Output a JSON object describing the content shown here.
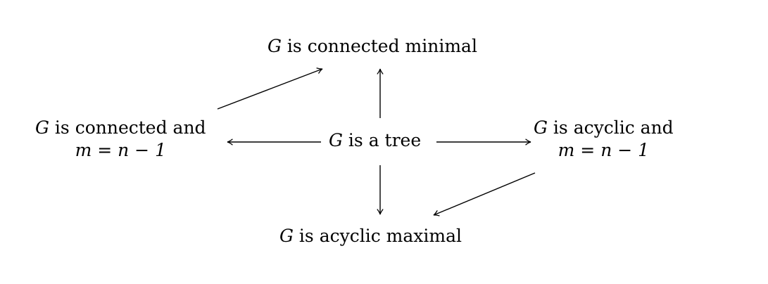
{
  "nodes": {
    "connected_minimal": {
      "var": "G",
      "text": " is connected minimal"
    },
    "tree": {
      "var": "G",
      "text": " is a tree"
    },
    "connected_and": {
      "var": "G",
      "text": " is connected and",
      "line2": "m = n − 1"
    },
    "acyclic_and": {
      "var": "G",
      "text": " is acyclic and",
      "line2": "m = n − 1"
    },
    "acyclic_maximal": {
      "var": "G",
      "text": " is acyclic maximal"
    }
  },
  "edges": [
    {
      "from": "tree",
      "to": "connected_minimal"
    },
    {
      "from": "tree",
      "to": "connected_and"
    },
    {
      "from": "tree",
      "to": "acyclic_and"
    },
    {
      "from": "tree",
      "to": "acyclic_maximal"
    },
    {
      "from": "connected_and",
      "to": "connected_minimal"
    },
    {
      "from": "acyclic_and",
      "to": "acyclic_maximal"
    }
  ]
}
